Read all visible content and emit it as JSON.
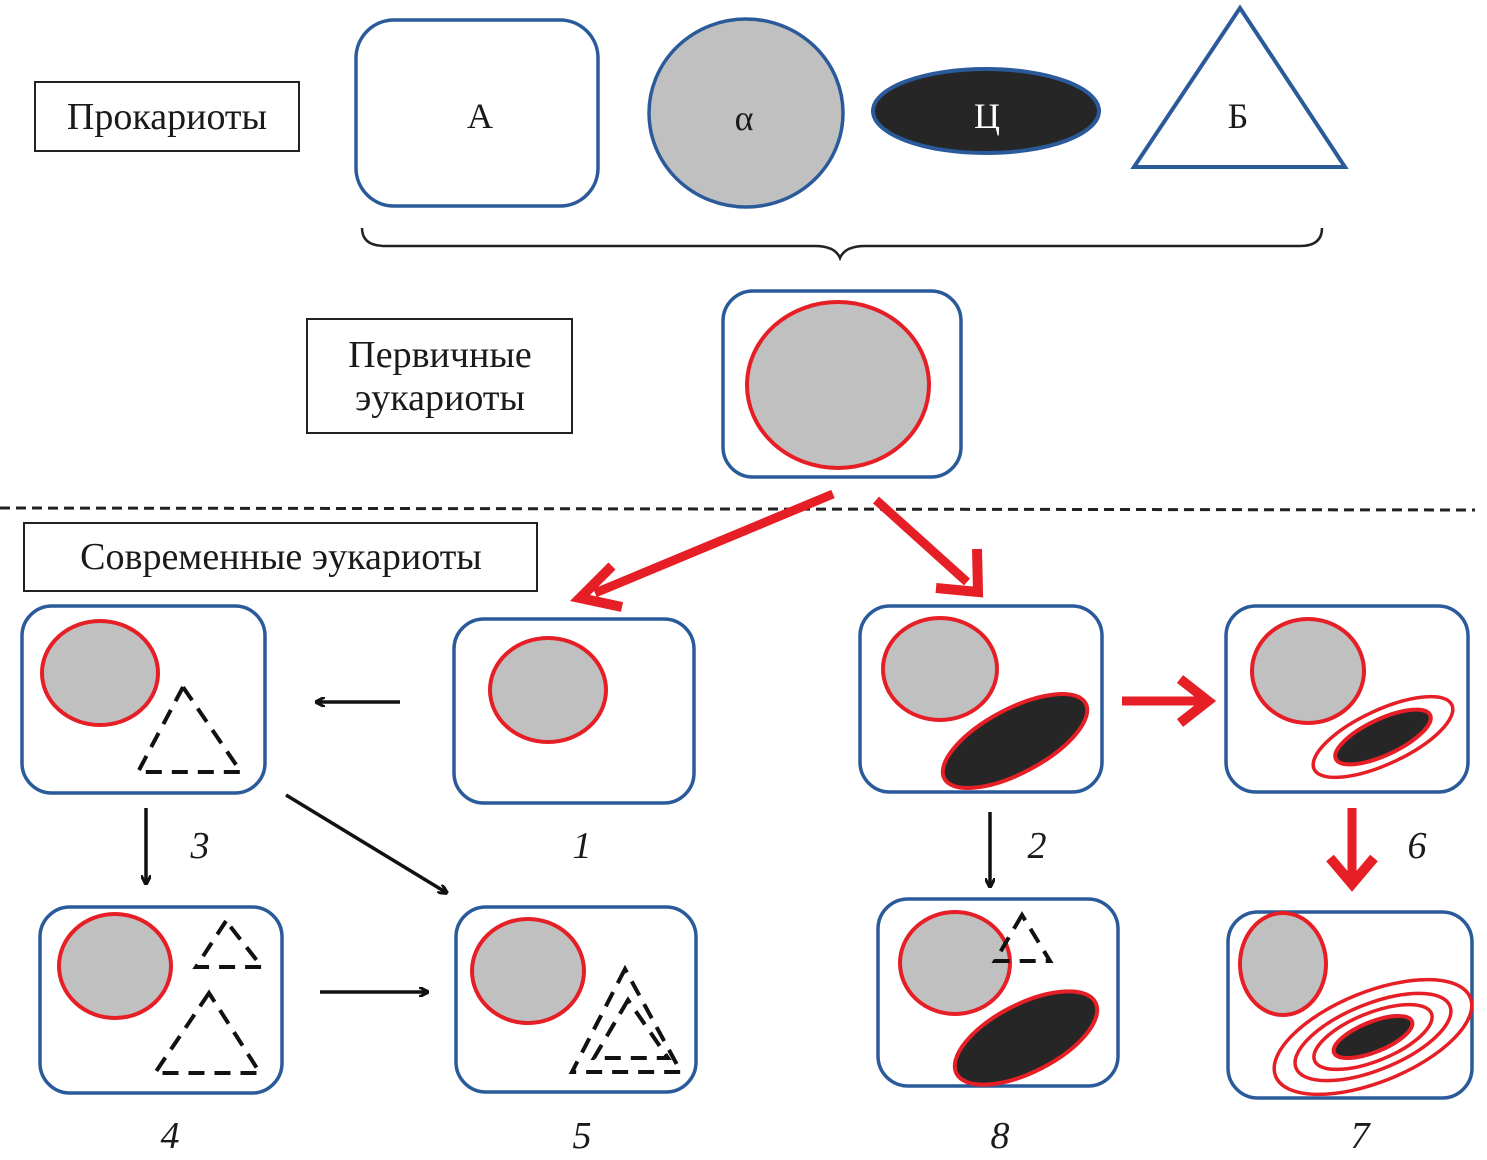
{
  "title_boxes": {
    "prokaryotes": "Прокариоты",
    "primary_eukaryotes_line1": "Первичные",
    "primary_eukaryotes_line2": "эукариоты",
    "modern_eukaryotes": "Современные эукариоты"
  },
  "prokaryote_shapes": [
    {
      "shape": "rounded-square",
      "label": "А",
      "fill": "#ffffff"
    },
    {
      "shape": "circle",
      "label": "α",
      "fill": "#c0c0c0"
    },
    {
      "shape": "ellipse",
      "label": "Ц",
      "fill": "#262626"
    },
    {
      "shape": "triangle",
      "label": "Б",
      "fill": "#ffffff"
    }
  ],
  "cell_numbers": {
    "n1": "1",
    "n2": "2",
    "n3": "3",
    "n4": "4",
    "n5": "5",
    "n6": "6",
    "n7": "7",
    "n8": "8"
  },
  "colors": {
    "cell_border": "#2a5a9a",
    "nucleus_fill": "#c0c0c0",
    "membrane_red": "#e61e25",
    "plastid_fill": "#262626"
  }
}
